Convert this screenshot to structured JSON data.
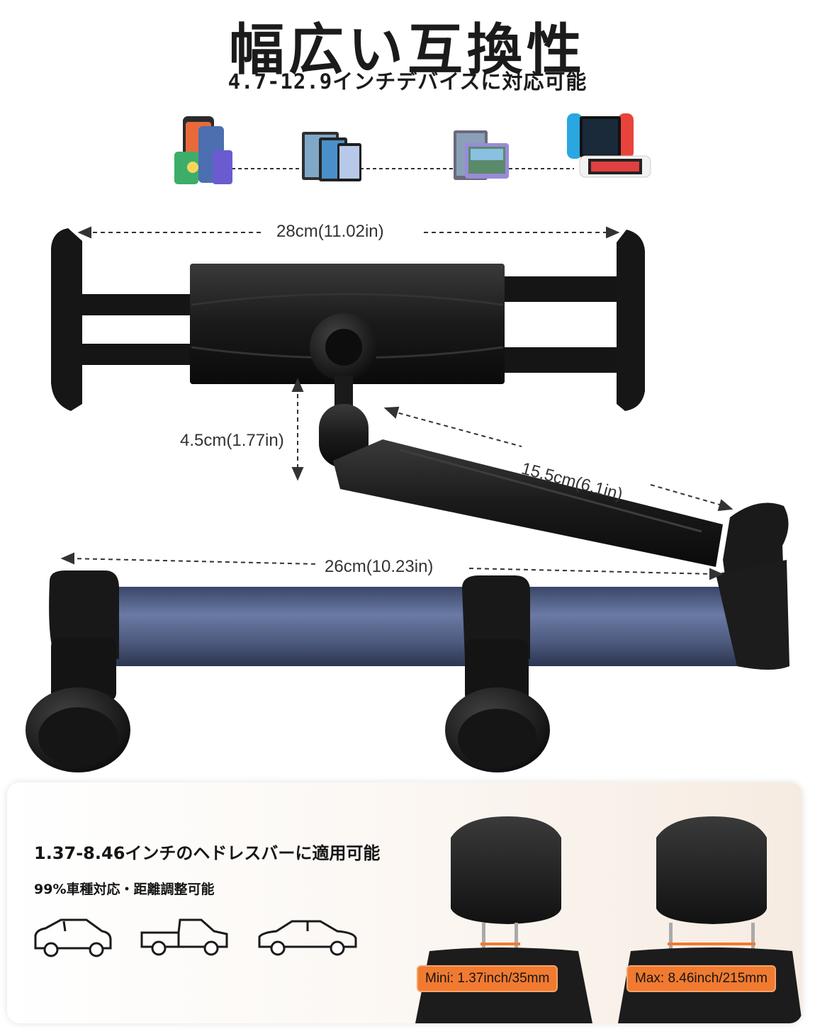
{
  "header": {
    "title": "幅広い互換性",
    "subtitle": "4.7-12.9インチデバイスに対応可能"
  },
  "devices": [
    {
      "name": "smartphone-icon"
    },
    {
      "name": "tablet-icon"
    },
    {
      "name": "portable-tv-icon"
    },
    {
      "name": "game-console-icon"
    }
  ],
  "dimensions": {
    "clamp_width": "28cm(11.02in)",
    "joint_height": "4.5cm(1.77in)",
    "arm_length": "15.5cm(6.1in)",
    "bar_length": "26cm(10.23in)"
  },
  "panel": {
    "headline": "1.37-8.46インチのヘドレスバーに適用可能",
    "subline": "99%車種対応・距離調整可能",
    "vehicles": [
      {
        "name": "hatchback-car-icon"
      },
      {
        "name": "pickup-truck-icon"
      },
      {
        "name": "sedan-car-icon"
      }
    ],
    "min_badge": "Mini: 1.37inch/35mm",
    "max_badge": "Max: 8.46inch/215mm"
  },
  "colors": {
    "accent": "#f07a30",
    "bar_blue": "#4d5a7e",
    "mount_black": "#1c1c1c"
  }
}
